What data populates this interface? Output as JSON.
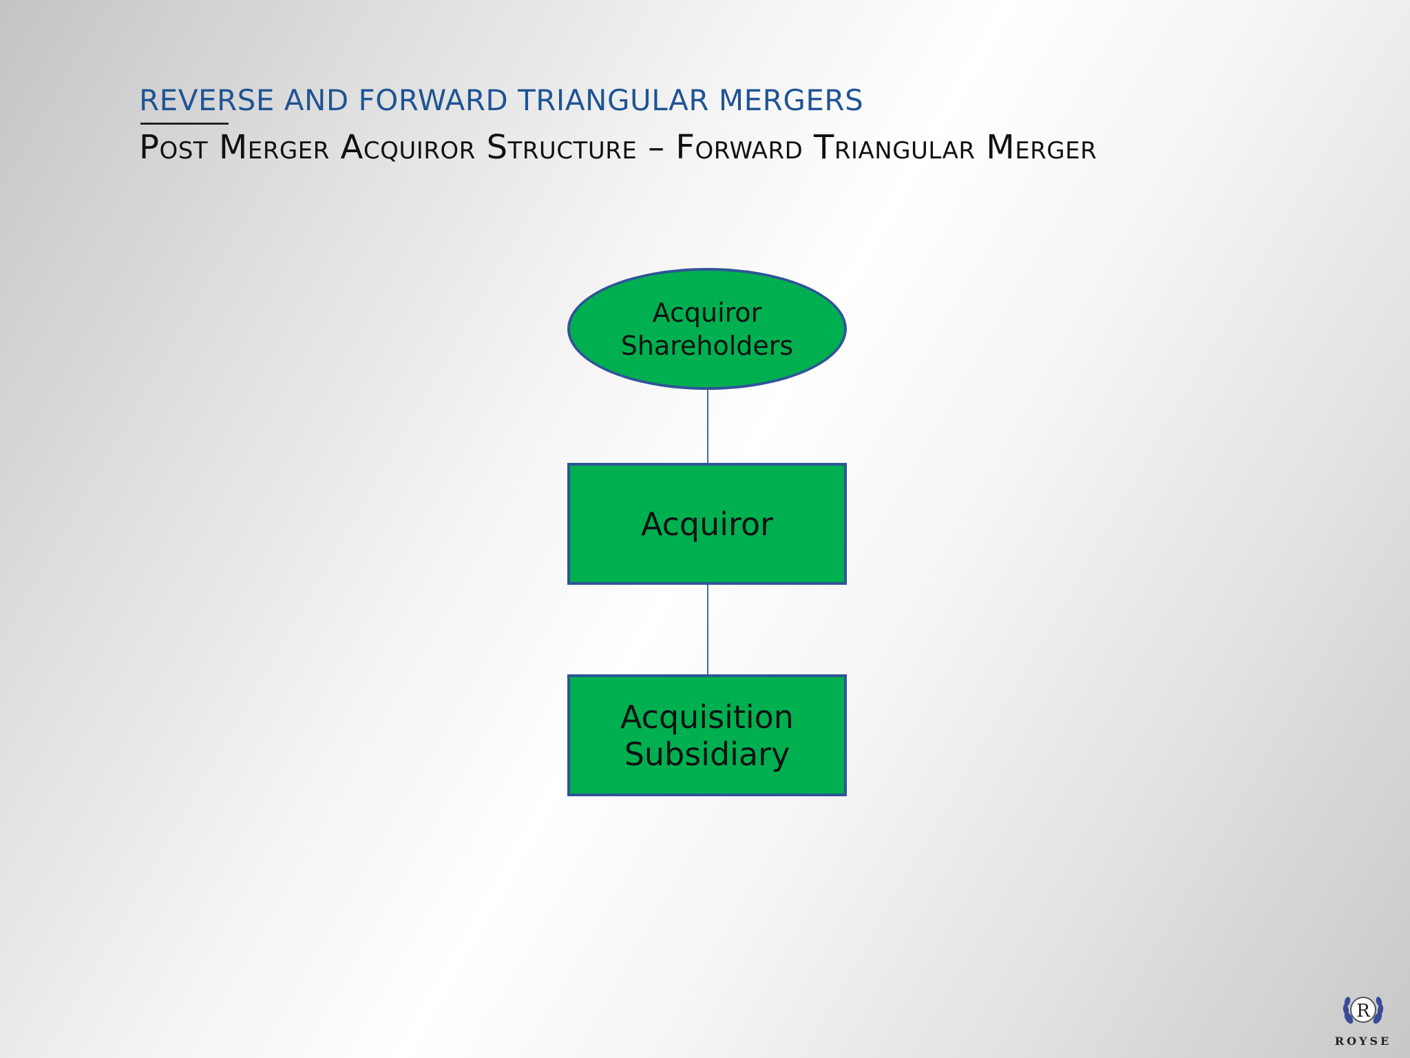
{
  "header": {
    "title": "REVERSE AND FORWARD TRIANGULAR MERGERS",
    "subtitle": "Post Merger Acquiror Structure – Forward Triangular Merger"
  },
  "diagram": {
    "nodes": [
      {
        "id": "acquiror-shareholders",
        "shape": "oval",
        "lines": [
          "Acquiror",
          "Shareholders"
        ]
      },
      {
        "id": "acquiror",
        "shape": "rectangle",
        "lines": [
          "Acquiror"
        ]
      },
      {
        "id": "acquisition-subsidiary",
        "shape": "rectangle",
        "lines": [
          "Acquisition",
          "Subsidiary"
        ]
      }
    ],
    "edges": [
      {
        "from": "acquiror-shareholders",
        "to": "acquiror"
      },
      {
        "from": "acquiror",
        "to": "acquisition-subsidiary"
      }
    ]
  },
  "logo": {
    "letter": "R",
    "text": "ROYSE"
  },
  "colors": {
    "node_fill": "#00b050",
    "node_border": "#2f5597",
    "title": "#1f5494",
    "connector": "#3d6aa8"
  }
}
